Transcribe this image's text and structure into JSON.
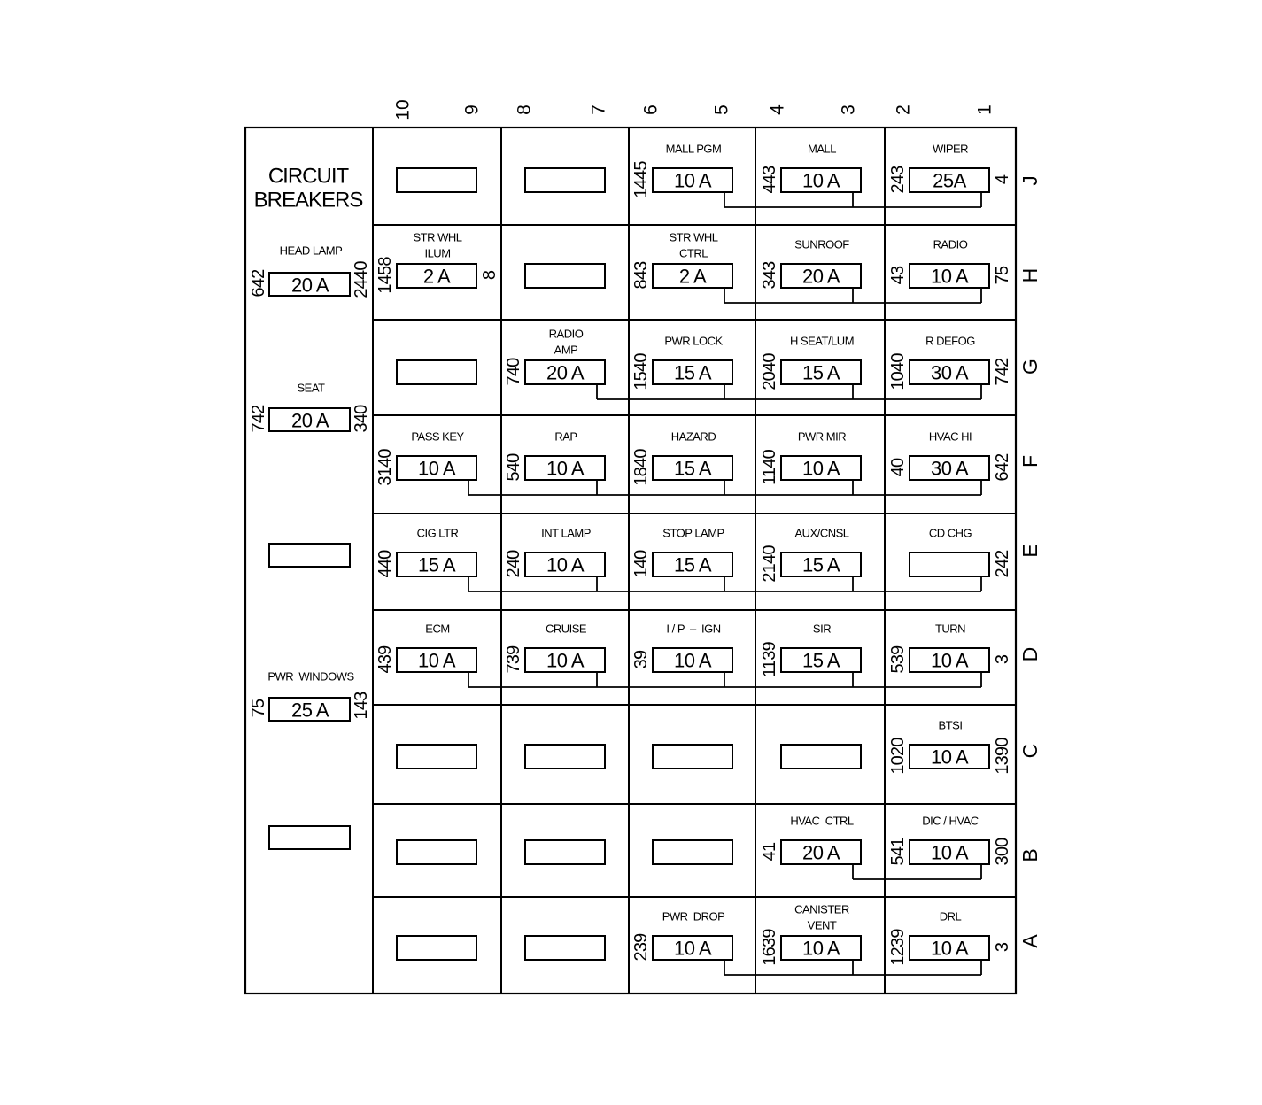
{
  "title": [
    "CIRCUIT",
    "BREAKERS"
  ],
  "column_numbers": [
    "10",
    "9",
    "8",
    "7",
    "6",
    "5",
    "4",
    "3",
    "2",
    "1"
  ],
  "circuit_breakers": [
    {
      "label": [
        "HEAD LAMP"
      ],
      "left_wire": "642",
      "rating": "20 A",
      "right_wire": "2440"
    },
    {
      "label": [
        "SEAT"
      ],
      "left_wire": "742",
      "rating": "20 A",
      "right_wire": "340"
    },
    {},
    {
      "label": [
        "PWR  WINDOWS"
      ],
      "left_wire": "75",
      "rating": "25 A",
      "right_wire": "143"
    },
    {}
  ],
  "rows": [
    {
      "letter": "J",
      "fuses": [
        {},
        {},
        {
          "label": [
            "MALL PGM"
          ],
          "left_wire": "1445",
          "rating": "10 A",
          "bus": true
        },
        {
          "label": [
            "MALL"
          ],
          "left_wire": "443",
          "rating": "10 A",
          "bus": true
        },
        {
          "label": [
            "WIPER"
          ],
          "left_wire": "243",
          "rating": "25A",
          "right_wire": "4",
          "bus": true
        }
      ]
    },
    {
      "letter": "H",
      "fuses": [
        {
          "label": [
            "STR WHL",
            "ILUM"
          ],
          "left_wire": "1458",
          "rating": "2 A",
          "right_wire": "8"
        },
        {},
        {
          "label": [
            "STR WHL",
            "CTRL"
          ],
          "left_wire": "843",
          "rating": "2 A",
          "bus": true
        },
        {
          "label": [
            "SUNROOF"
          ],
          "left_wire": "343",
          "rating": "20 A",
          "bus": true
        },
        {
          "label": [
            "RADIO"
          ],
          "left_wire": "43",
          "rating": "10 A",
          "right_wire": "75",
          "bus": true
        }
      ]
    },
    {
      "letter": "G",
      "fuses": [
        {},
        {
          "label": [
            "RADIO",
            "AMP"
          ],
          "left_wire": "740",
          "rating": "20 A",
          "bus": true
        },
        {
          "label": [
            "PWR LOCK"
          ],
          "left_wire": "1540",
          "rating": "15 A",
          "bus": true
        },
        {
          "label": [
            "H SEAT/LUM"
          ],
          "left_wire": "2040",
          "rating": "15 A",
          "bus": true
        },
        {
          "label": [
            "R DEFOG"
          ],
          "left_wire": "1040",
          "rating": "30 A",
          "right_wire": "742",
          "bus": true
        }
      ]
    },
    {
      "letter": "F",
      "fuses": [
        {
          "label": [
            "PASS KEY"
          ],
          "left_wire": "3140",
          "rating": "10 A",
          "bus": true
        },
        {
          "label": [
            "RAP"
          ],
          "left_wire": "540",
          "rating": "10 A",
          "bus": true
        },
        {
          "label": [
            "HAZARD"
          ],
          "left_wire": "1840",
          "rating": "15 A",
          "bus": true
        },
        {
          "label": [
            "PWR MIR"
          ],
          "left_wire": "1140",
          "rating": "10 A",
          "bus": true
        },
        {
          "label": [
            "HVAC HI"
          ],
          "left_wire": "40",
          "rating": "30 A",
          "right_wire": "642",
          "bus": true
        }
      ]
    },
    {
      "letter": "E",
      "fuses": [
        {
          "label": [
            "CIG LTR"
          ],
          "left_wire": "440",
          "rating": "15 A",
          "bus": true
        },
        {
          "label": [
            "INT LAMP"
          ],
          "left_wire": "240",
          "rating": "10 A",
          "bus": true
        },
        {
          "label": [
            "STOP LAMP"
          ],
          "left_wire": "140",
          "rating": "15 A",
          "bus": true
        },
        {
          "label": [
            "AUX/CNSL"
          ],
          "left_wire": "2140",
          "rating": "15 A",
          "bus": true
        },
        {
          "label": [
            "CD CHG"
          ],
          "right_wire": "242",
          "bus": true
        }
      ]
    },
    {
      "letter": "D",
      "fuses": [
        {
          "label": [
            "ECM"
          ],
          "left_wire": "439",
          "rating": "10 A",
          "bus": true
        },
        {
          "label": [
            "CRUISE"
          ],
          "left_wire": "739",
          "rating": "10 A",
          "bus": true
        },
        {
          "label": [
            "I / P  –  IGN"
          ],
          "left_wire": "39",
          "rating": "10 A",
          "bus": true
        },
        {
          "label": [
            "SIR"
          ],
          "left_wire": "1139",
          "rating": "15 A",
          "bus": true
        },
        {
          "label": [
            "TURN"
          ],
          "left_wire": "539",
          "rating": "10 A",
          "right_wire": "3",
          "bus": true
        }
      ]
    },
    {
      "letter": "C",
      "fuses": [
        {},
        {},
        {},
        {},
        {
          "label": [
            "BTSI"
          ],
          "left_wire": "1020",
          "rating": "10 A",
          "right_wire": "1390"
        }
      ]
    },
    {
      "letter": "B",
      "fuses": [
        {},
        {},
        {},
        {
          "label": [
            "HVAC  CTRL"
          ],
          "left_wire": "41",
          "rating": "20 A",
          "bus": true
        },
        {
          "label": [
            "DIC / HVAC"
          ],
          "left_wire": "541",
          "rating": "10 A",
          "right_wire": "300",
          "bus": true
        }
      ]
    },
    {
      "letter": "A",
      "fuses": [
        {},
        {},
        {
          "label": [
            "PWR  DROP"
          ],
          "left_wire": "239",
          "rating": "10 A",
          "bus": true
        },
        {
          "label": [
            "CANISTER",
            "VENT"
          ],
          "left_wire": "1639",
          "rating": "10 A",
          "bus": true
        },
        {
          "label": [
            "DRL"
          ],
          "left_wire": "1239",
          "rating": "10 A",
          "right_wire": "3",
          "bus": true
        }
      ]
    }
  ]
}
